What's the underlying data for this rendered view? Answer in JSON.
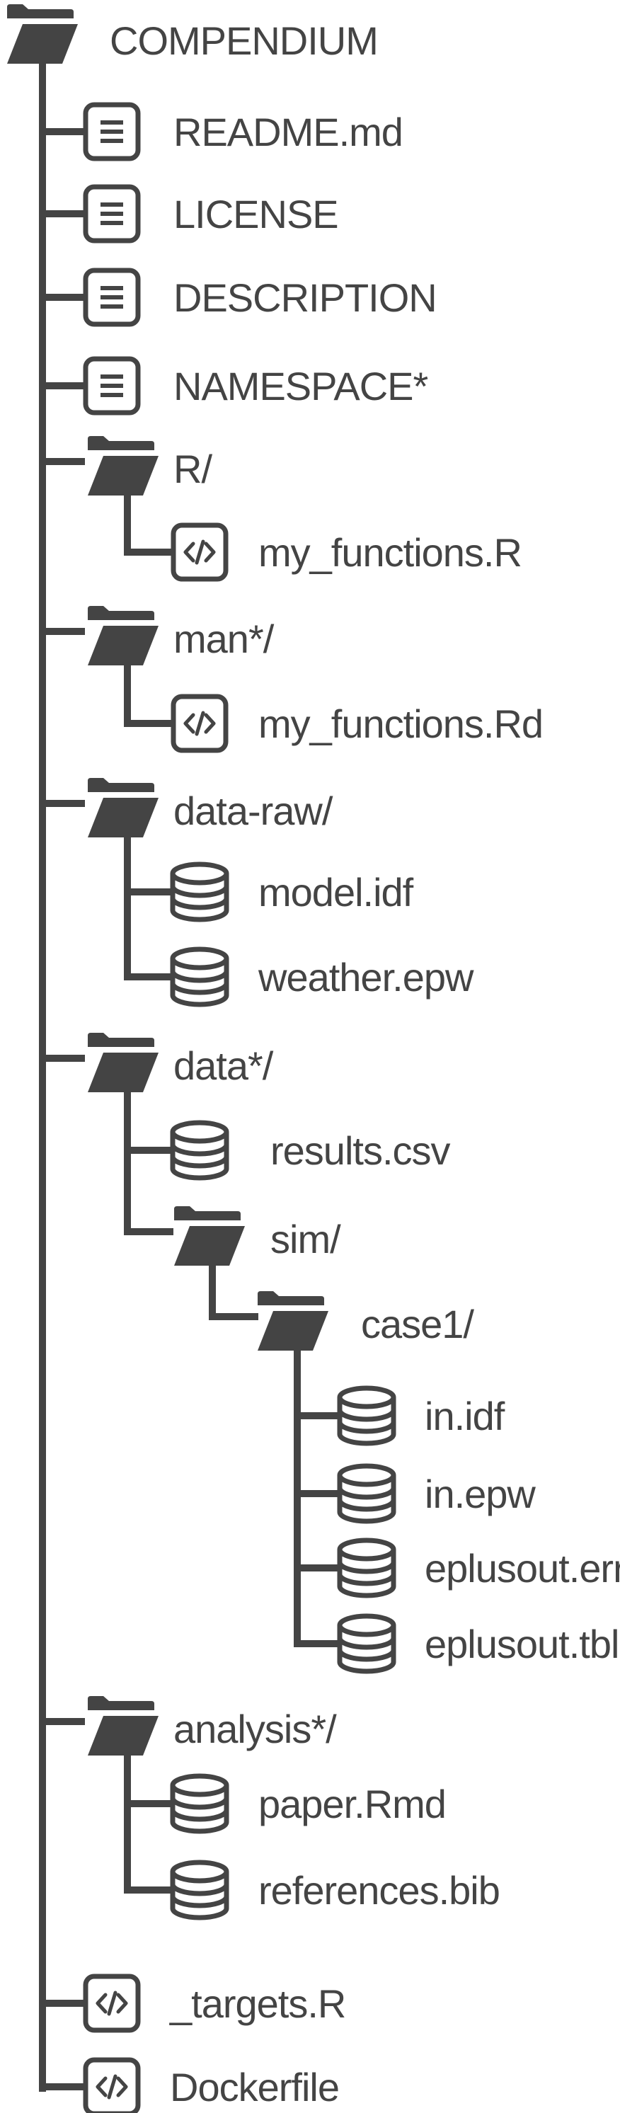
{
  "colors": {
    "ink": "#444444",
    "background": "#ffffff"
  },
  "tree": {
    "root": {
      "label": "COMPENDIUM",
      "icon": "folder-icon"
    },
    "nodes": [
      {
        "id": "readme",
        "label": "README.md",
        "icon": "document-icon"
      },
      {
        "id": "license",
        "label": "LICENSE",
        "icon": "document-icon"
      },
      {
        "id": "description",
        "label": "DESCRIPTION",
        "icon": "document-icon"
      },
      {
        "id": "namespace",
        "label": "NAMESPACE*",
        "icon": "document-icon"
      },
      {
        "id": "r-folder",
        "label": "R/",
        "icon": "folder-icon"
      },
      {
        "id": "my-functions-r",
        "label": "my_functions.R",
        "icon": "code-icon"
      },
      {
        "id": "man-folder",
        "label": "man*/",
        "icon": "folder-icon"
      },
      {
        "id": "my-functions-rd",
        "label": "my_functions.Rd",
        "icon": "code-icon"
      },
      {
        "id": "data-raw-folder",
        "label": "data-raw/",
        "icon": "folder-icon"
      },
      {
        "id": "model-idf",
        "label": "model.idf",
        "icon": "database-icon"
      },
      {
        "id": "weather-epw",
        "label": "weather.epw",
        "icon": "database-icon"
      },
      {
        "id": "data-folder",
        "label": "data*/",
        "icon": "folder-icon"
      },
      {
        "id": "results-csv",
        "label": "results.csv",
        "icon": "database-icon"
      },
      {
        "id": "sim-folder",
        "label": "sim/",
        "icon": "folder-icon"
      },
      {
        "id": "case1-folder",
        "label": "case1/",
        "icon": "folder-icon"
      },
      {
        "id": "in-idf",
        "label": "in.idf",
        "icon": "database-icon"
      },
      {
        "id": "in-epw",
        "label": "in.epw",
        "icon": "database-icon"
      },
      {
        "id": "eplusout-err",
        "label": "eplusout.err",
        "icon": "database-icon"
      },
      {
        "id": "eplusout-tbl",
        "label": "eplusout.tbl",
        "icon": "database-icon"
      },
      {
        "id": "analysis-folder",
        "label": "analysis*/",
        "icon": "folder-icon"
      },
      {
        "id": "paper-rmd",
        "label": "paper.Rmd",
        "icon": "database-icon"
      },
      {
        "id": "references-bib",
        "label": "references.bib",
        "icon": "database-icon"
      },
      {
        "id": "targets-r",
        "label": "_targets.R",
        "icon": "code-icon"
      },
      {
        "id": "dockerfile",
        "label": "Dockerfile",
        "icon": "code-icon"
      }
    ]
  }
}
